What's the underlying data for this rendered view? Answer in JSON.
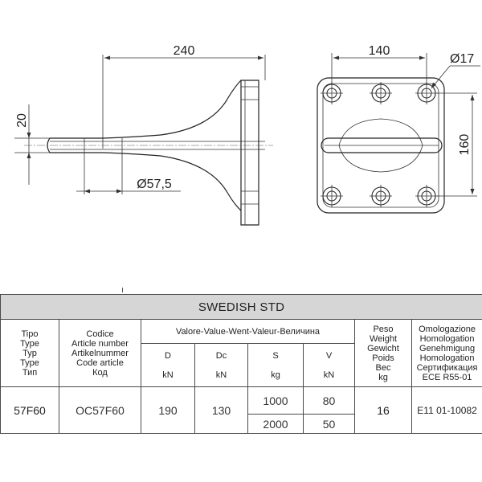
{
  "drawing": {
    "dim_length": "240",
    "dim_thickness": "20",
    "dim_ball": "Ø57,5",
    "dim_hole_spacing_h": "140",
    "dim_hole": "Ø17",
    "dim_hole_spacing_v": "160"
  },
  "table": {
    "title": "SWEDISH STD",
    "header": {
      "tipo": [
        "Tipo",
        "Type",
        "Typ",
        "Type",
        "Тип"
      ],
      "codice": [
        "Codice",
        "Article number",
        "Artikelnummer",
        "Code article",
        "Код"
      ],
      "valore": "Valore-Value-Went-Valeur-Величина",
      "peso": [
        "Peso",
        "Weight",
        "Gewicht",
        "Poids",
        "Вес",
        "kg"
      ],
      "omologazione": [
        "Omologazione",
        "Homologation",
        "Genehmigung",
        "Homologation",
        "Сертификация",
        "ECE R55-01"
      ],
      "cols": [
        {
          "name": "D",
          "unit": "kN"
        },
        {
          "name": "Dc",
          "unit": "kN"
        },
        {
          "name": "S",
          "unit": "kg"
        },
        {
          "name": "V",
          "unit": "kN"
        }
      ]
    },
    "row": {
      "tipo": "57F60",
      "codice": "OC57F60",
      "d": "190",
      "dc": "130",
      "s": [
        "1000",
        "2000"
      ],
      "v": [
        "80",
        "50"
      ],
      "peso": "16",
      "omologazione": "E11 01-10082"
    }
  }
}
